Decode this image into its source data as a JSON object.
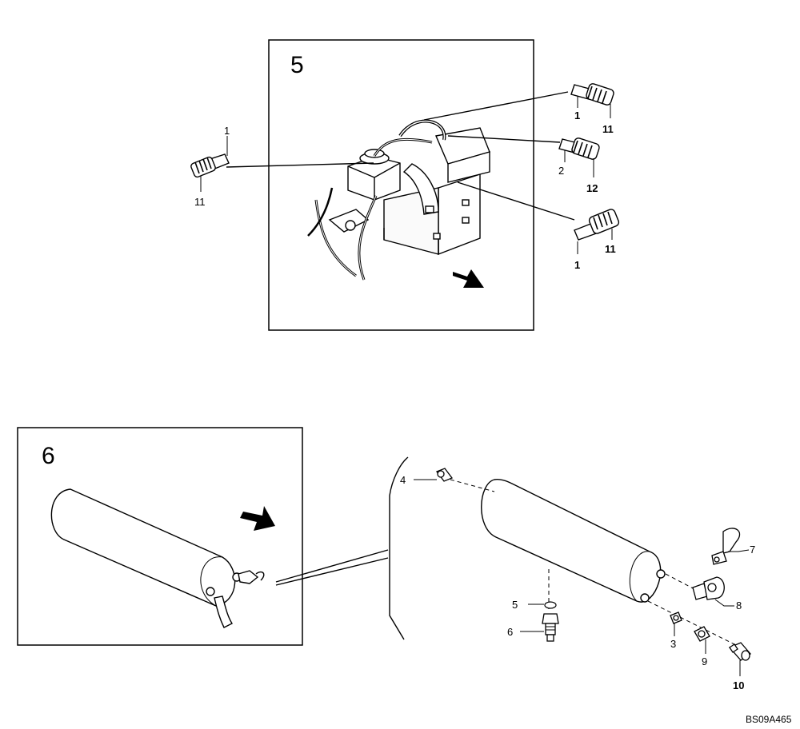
{
  "panels": [
    {
      "number": "5"
    },
    {
      "number": "6"
    }
  ],
  "callouts": {
    "p5_left_top": "1",
    "p5_left_bottom": "11",
    "p5_r1_a": "1",
    "p5_r1_b": "11",
    "p5_r2_a": "2",
    "p5_r2_b": "12",
    "p5_r3_a": "1",
    "p5_r3_b": "11",
    "c4": "4",
    "c5": "5",
    "c6": "6",
    "c7": "7",
    "c8": "8",
    "c3": "3",
    "c9": "9",
    "c10": "10"
  },
  "reference_code": "BS09A465"
}
